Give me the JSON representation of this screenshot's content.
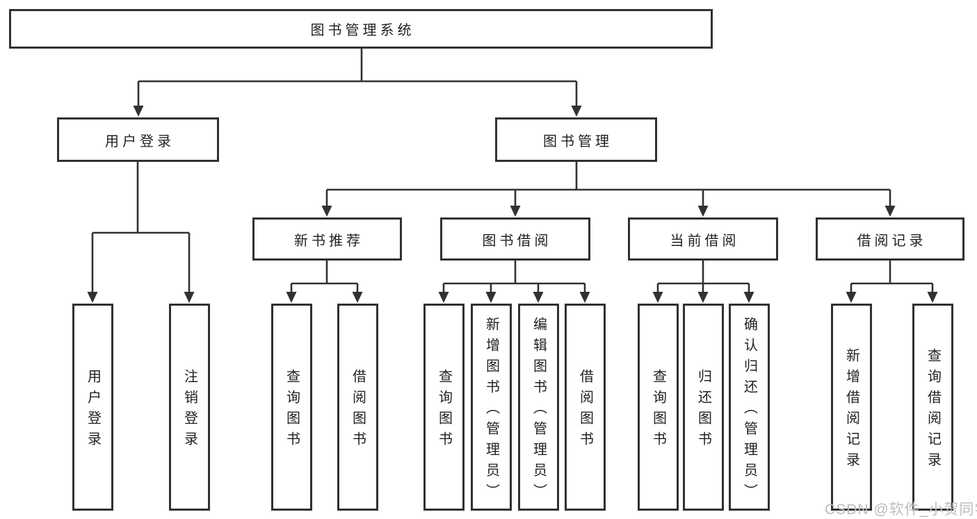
{
  "diagram": {
    "watermark": "CSDN @软件_小贺同学",
    "colors": {
      "background": "#ffffff",
      "line": "#313131",
      "text": "#222222",
      "watermark": "#bdbdbd"
    },
    "tree": {
      "label": "图书管理系统",
      "children": [
        {
          "label": "用户登录",
          "children": [
            {
              "label": "用户登录"
            },
            {
              "label": "注销登录"
            }
          ]
        },
        {
          "label": "图书管理",
          "children": [
            {
              "label": "新书推荐",
              "children": [
                {
                  "label": "查询图书"
                },
                {
                  "label": "借阅图书"
                }
              ]
            },
            {
              "label": "图书借阅",
              "children": [
                {
                  "label": "查询图书"
                },
                {
                  "label": "新增图书（管理员）"
                },
                {
                  "label": "编辑图书（管理员）"
                },
                {
                  "label": "借阅图书"
                }
              ]
            },
            {
              "label": "当前借阅",
              "children": [
                {
                  "label": "查询图书"
                },
                {
                  "label": "归还图书"
                },
                {
                  "label": "确认归还（管理员）"
                }
              ]
            },
            {
              "label": "借阅记录",
              "children": [
                {
                  "label": "新增借阅记录"
                },
                {
                  "label": "查询借阅记录"
                }
              ]
            }
          ]
        }
      ]
    }
  }
}
